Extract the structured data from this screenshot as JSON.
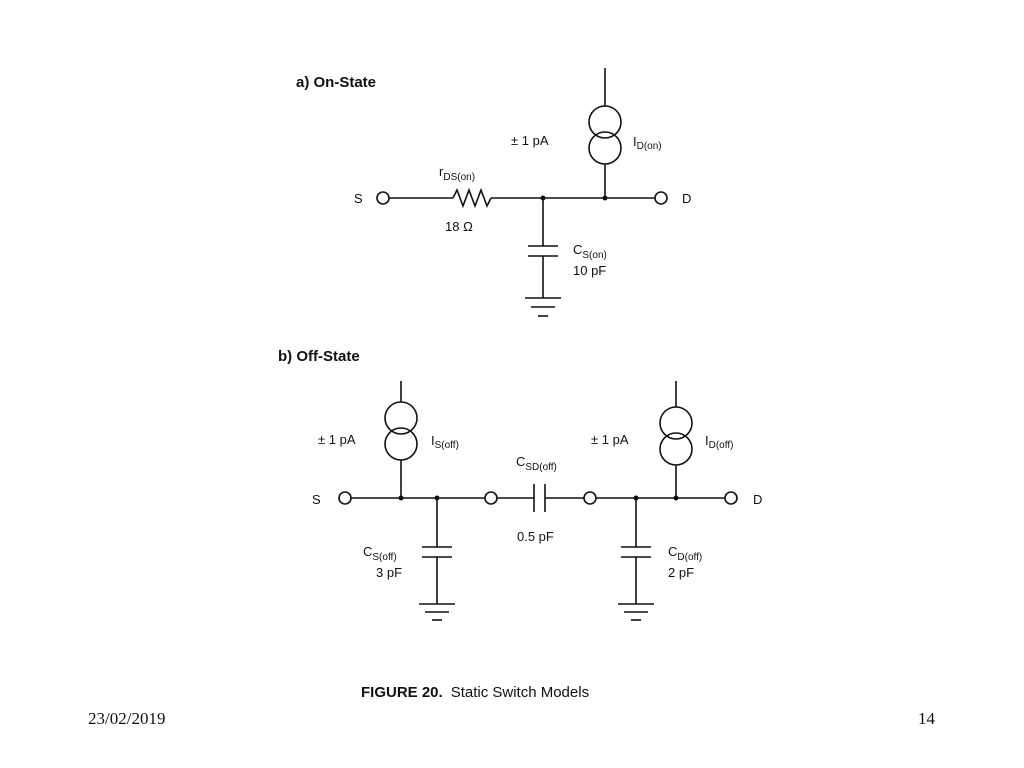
{
  "on_state": {
    "heading": "a) On-State",
    "terminal_s": "S",
    "terminal_d": "D",
    "resistor_name": "r",
    "resistor_sub": "DS(on)",
    "resistor_value": "18 Ω",
    "source_leak": "± 1 pA",
    "source_name": "I",
    "source_sub": "D(on)",
    "cap_name": "C",
    "cap_sub": "S(on)",
    "cap_value": "10 pF"
  },
  "off_state": {
    "heading": "b) Off-State",
    "terminal_s": "S",
    "terminal_d": "D",
    "source_s_leak": "± 1 pA",
    "source_s_name": "I",
    "source_s_sub": "S(off)",
    "source_d_leak": "± 1 pA",
    "source_d_name": "I",
    "source_d_sub": "D(off)",
    "csd_name": "C",
    "csd_sub": "SD(off)",
    "csd_value": "0.5 pF",
    "cs_name": "C",
    "cs_sub": "S(off)",
    "cs_value": "3 pF",
    "cd_name": "C",
    "cd_sub": "D(off)",
    "cd_value": "2 pF"
  },
  "caption": {
    "figure": "FIGURE  20.",
    "title": "Static Switch Models"
  },
  "footer": {
    "date": "23/02/2019",
    "page": "14"
  }
}
